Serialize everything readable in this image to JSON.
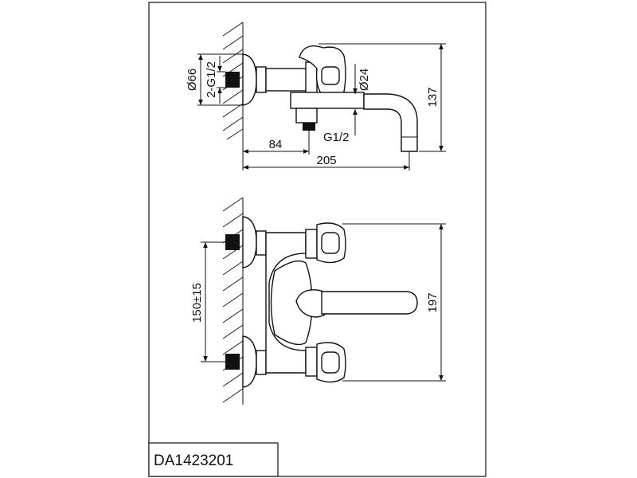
{
  "drawing": {
    "model_code": "DA1423201",
    "dimensions": {
      "diameter_66": "Ø66",
      "thread_2g12": "2-G1/2",
      "diameter_24": "Ø24",
      "height_137": "137",
      "length_84": "84",
      "thread_g12": "G1/2",
      "length_205": "205",
      "spacing_150": "150±15",
      "height_197": "197"
    }
  }
}
